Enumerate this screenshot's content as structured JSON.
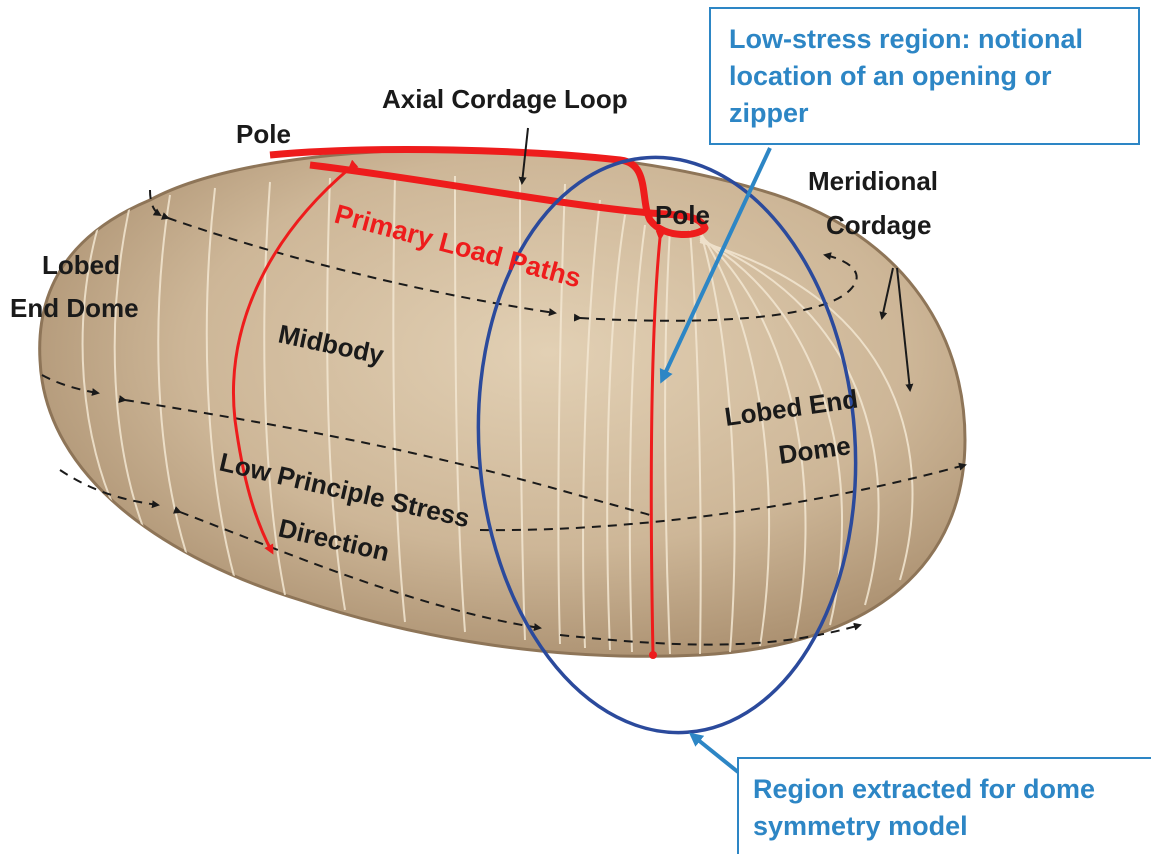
{
  "colors": {
    "envelope_fill": "#cdb697",
    "envelope_edge": "#8e7558",
    "load_path_red": "#ee1c1c",
    "ellipse_blue": "#2b4a9c",
    "callout_blue": "#2d86c5",
    "label_black": "#1a1a1a"
  },
  "labels": {
    "axial_cordage_loop": "Axial Cordage Loop",
    "pole_left": "Pole",
    "pole_right": "Pole",
    "primary_load_paths": "Primary Load Paths",
    "meridional_cordage_1": "Meridional",
    "meridional_cordage_2": "Cordage",
    "lobed_end_dome_left_1": "Lobed",
    "lobed_end_dome_left_2": "End Dome",
    "midbody": "Midbody",
    "lobed_end_dome_right_1": "Lobed End",
    "lobed_end_dome_right_2": "Dome",
    "low_stress_1": "Low Principle Stress",
    "low_stress_2": "Direction"
  },
  "callouts": {
    "top": {
      "line1": "Low-stress region: notional",
      "line2": "location of an opening or",
      "line3": "zipper"
    },
    "bottom": {
      "line1": "Region extracted for dome",
      "line2": "symmetry model"
    }
  }
}
